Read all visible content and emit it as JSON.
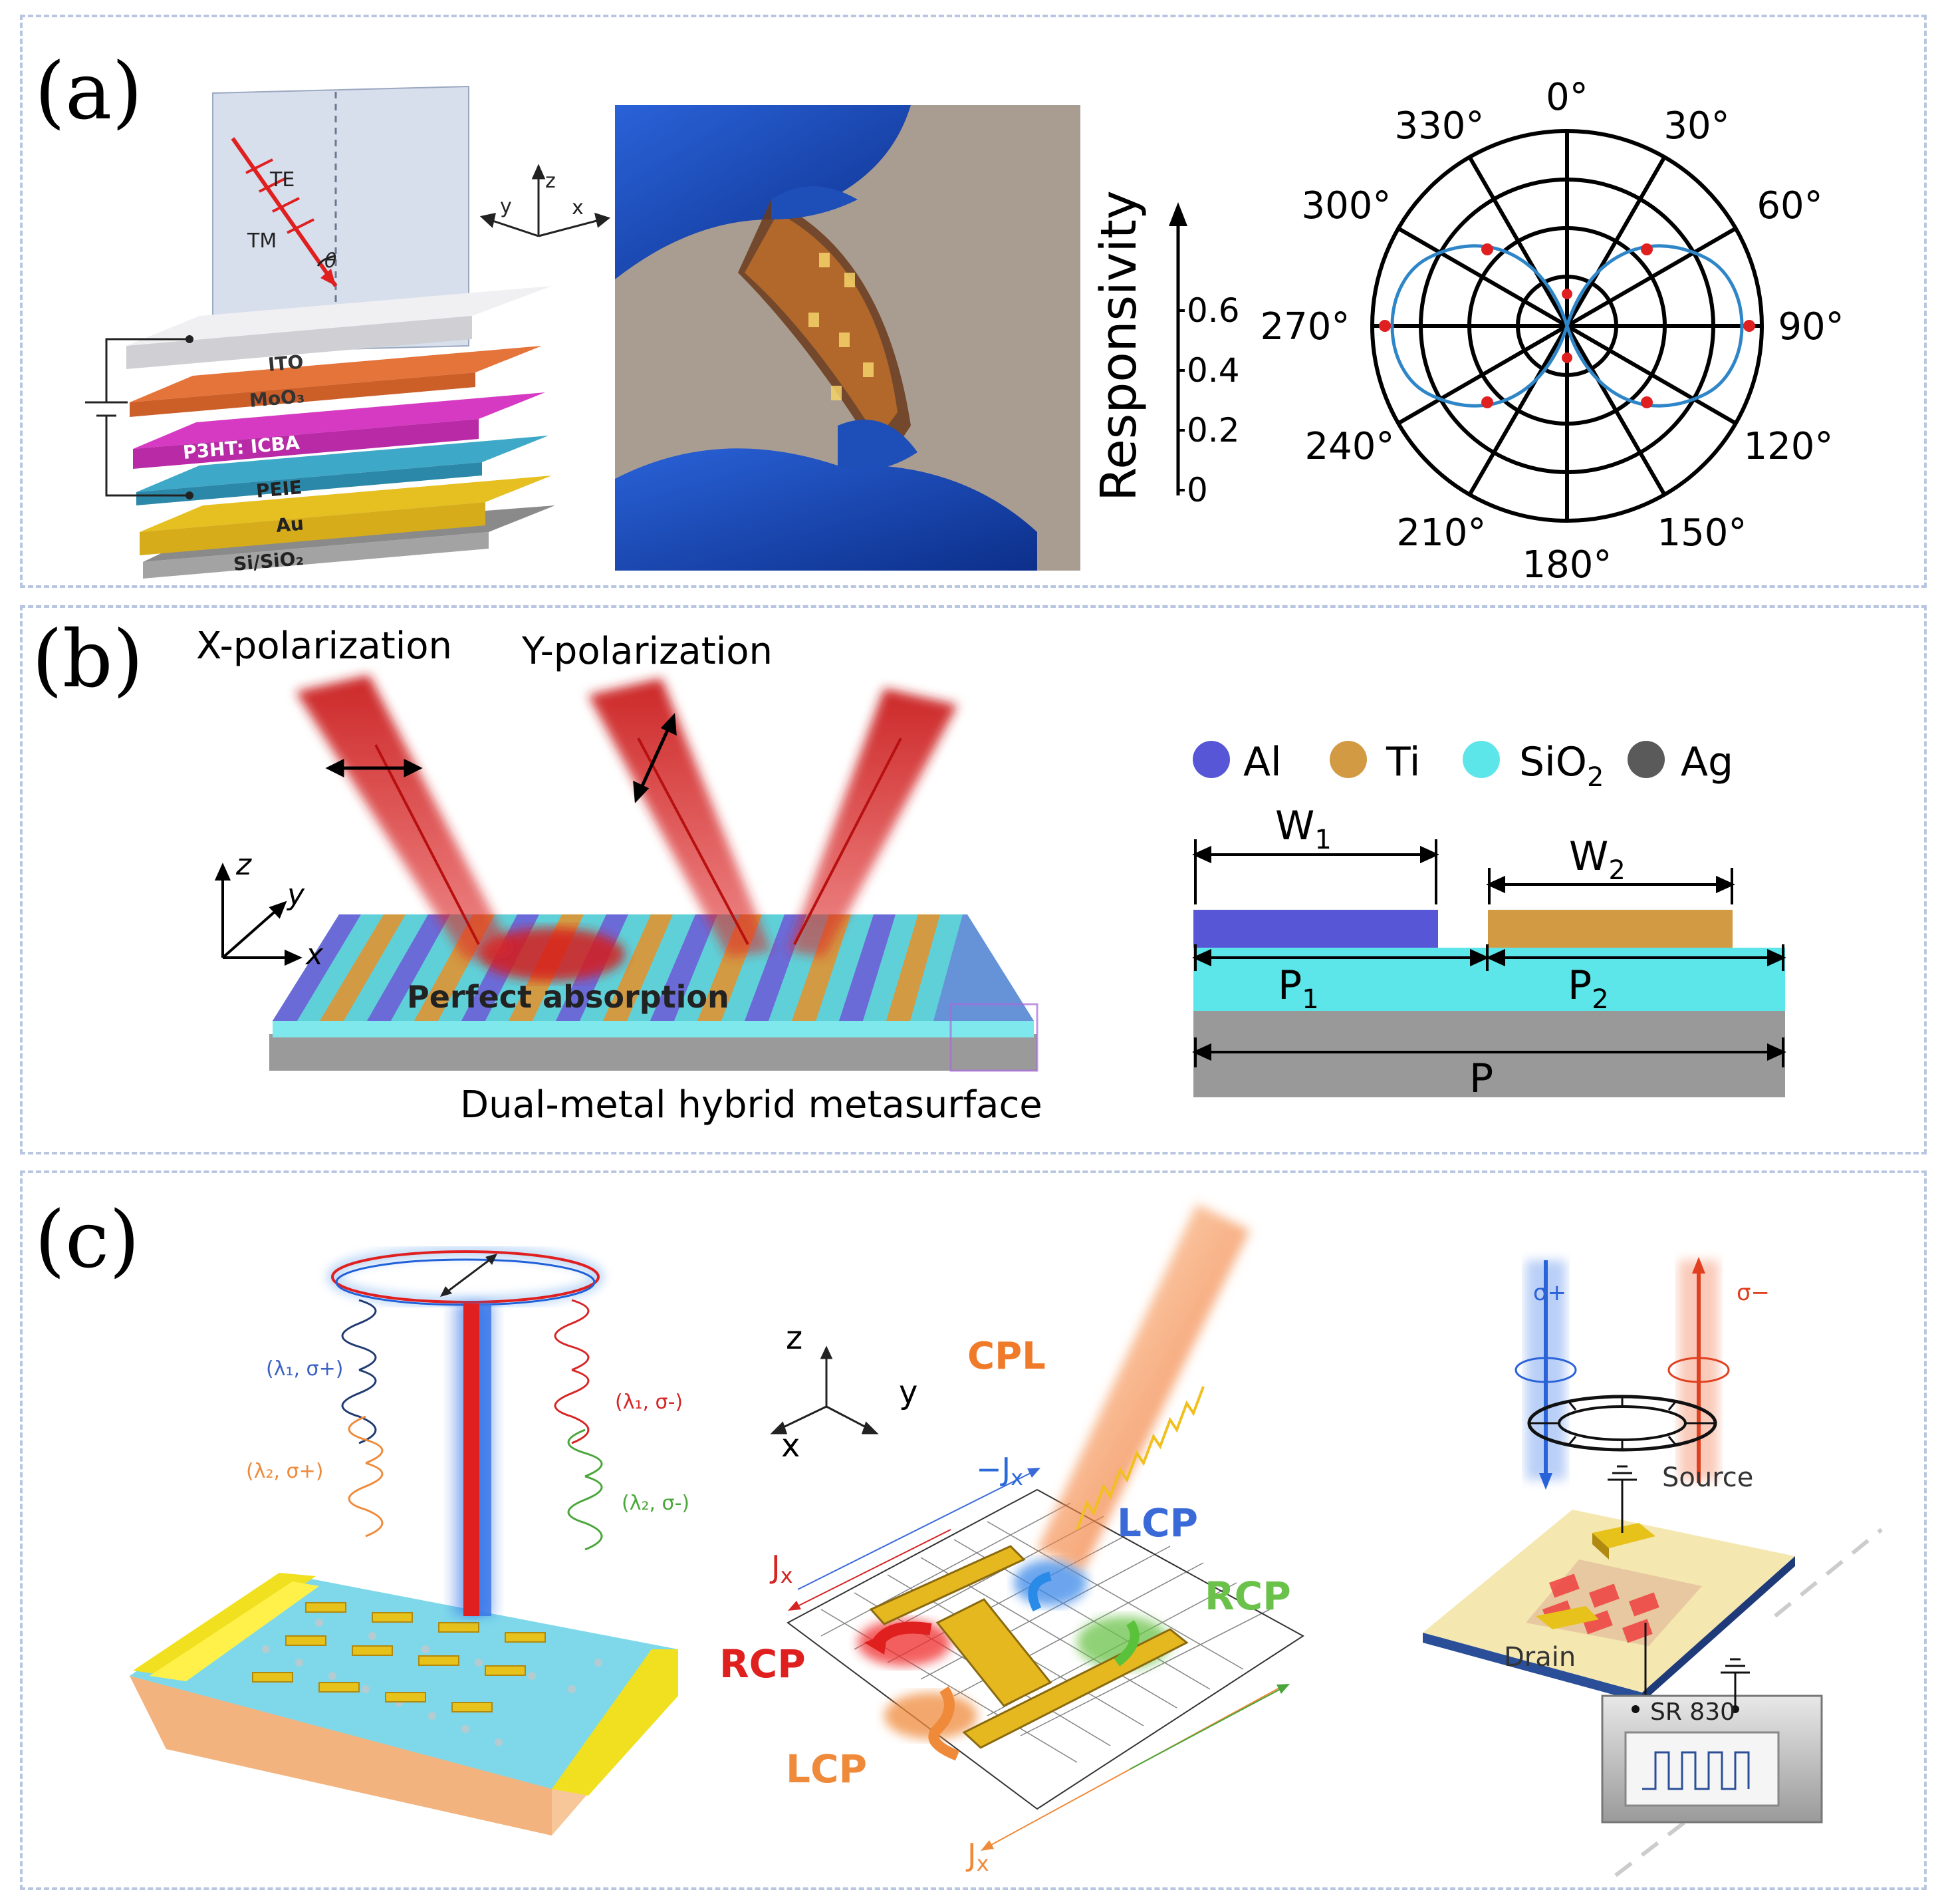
{
  "panel_a": {
    "label": "(a)",
    "layers": [
      "ITO",
      "MoO₃",
      "P3HT: ICBA",
      "PEIE",
      "Au",
      "Si/SiO₂"
    ],
    "beam_te": "TE",
    "beam_tm": "TM",
    "angle": "θ",
    "axes": {
      "z": "z",
      "y": "y",
      "x": "x"
    },
    "resp_title": "Responsivity",
    "resp_ticks": [
      "0.6",
      "0.4",
      "0.2",
      "0"
    ],
    "polar_angles": [
      "0°",
      "30°",
      "60°",
      "90°",
      "120°",
      "150°",
      "180°",
      "210°",
      "240°",
      "270°",
      "300°",
      "330°"
    ]
  },
  "panel_b": {
    "label": "(b)",
    "x_pol": "X-polarization",
    "y_pol": "Y-polarization",
    "absorption": "Perfect absorption",
    "caption": "Dual-metal hybrid metasurface",
    "axes": {
      "z": "z",
      "y": "y",
      "x": "x"
    },
    "legend": [
      {
        "name": "Al",
        "color": "#5656d6"
      },
      {
        "name": "Ti",
        "color": "#d29a42"
      },
      {
        "name": "SiO",
        "sub": "2",
        "color": "#5de6ea"
      },
      {
        "name": "Ag",
        "color": "#5a5a5a"
      }
    ],
    "w1": "W",
    "w1_sub": "1",
    "w2": "W",
    "w2_sub": "2",
    "p1": "P",
    "p1_sub": "1",
    "p2": "P",
    "p2_sub": "2",
    "p": "P"
  },
  "panel_c": {
    "label": "(c)",
    "spirals": [
      {
        "text": "(λ₁, σ+)",
        "color": "#3b62c4"
      },
      {
        "text": "(λ₁, σ-)",
        "color": "#d62525"
      },
      {
        "text": "(λ₂, σ+)",
        "color": "#ef8a3a"
      },
      {
        "text": "(λ₂, σ-)",
        "color": "#4aa63a"
      }
    ],
    "axes": {
      "z": "z",
      "y": "y",
      "x": "x"
    },
    "cpl": "CPL",
    "neg_jx": "−J",
    "jx": "J",
    "jx_sub": "x",
    "lcp": "LCP",
    "rcp": "RCP",
    "sigma_plus": "σ+",
    "sigma_minus": "σ−",
    "source": "Source",
    "drain": "Drain",
    "instrument": "SR 830"
  }
}
